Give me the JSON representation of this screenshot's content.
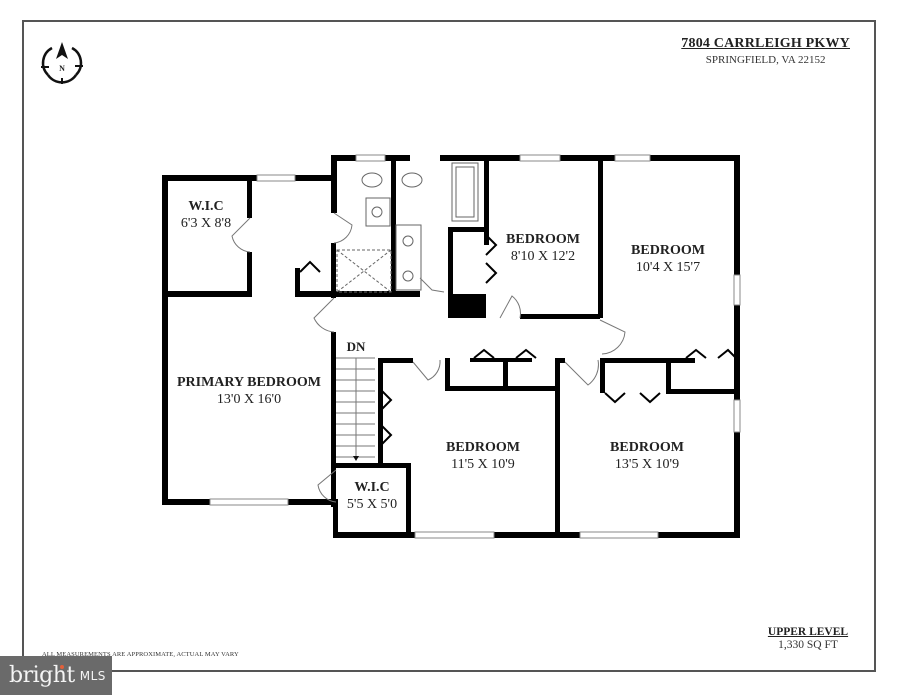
{
  "header": {
    "street": "7804 CARRLEIGH PKWY",
    "city": "SPRINGFIELD, VA  22152"
  },
  "compass": {
    "label": "N",
    "icon": "north-compass-icon"
  },
  "rooms": [
    {
      "id": "wic-1",
      "name": "W.I.C",
      "dims": "6'3 X 8'8"
    },
    {
      "id": "bedroom-2",
      "name": "BEDROOM",
      "dims": "8'10 X 12'2"
    },
    {
      "id": "bedroom-3",
      "name": "BEDROOM",
      "dims": "10'4 X 15'7"
    },
    {
      "id": "primary-bedroom",
      "name": "PRIMARY BEDROOM",
      "dims": "13'0 X 16'0"
    },
    {
      "id": "bedroom-4",
      "name": "BEDROOM",
      "dims": "11'5 X 10'9"
    },
    {
      "id": "bedroom-5",
      "name": "BEDROOM",
      "dims": "13'5 X 10'9"
    },
    {
      "id": "wic-2",
      "name": "W.I.C",
      "dims": "5'5 X 5'0"
    }
  ],
  "stairs": {
    "label": "DN"
  },
  "footer": {
    "level_name": "UPPER LEVEL",
    "level_area": "1,330 SQ FT",
    "disclaimer": "ALL MEASUREMENTS ARE APPROXIMATE, ACTUAL MAY VARY"
  },
  "branding": {
    "logo_text": "bright",
    "logo_suffix": "MLS",
    "accent": "#e2603a"
  }
}
